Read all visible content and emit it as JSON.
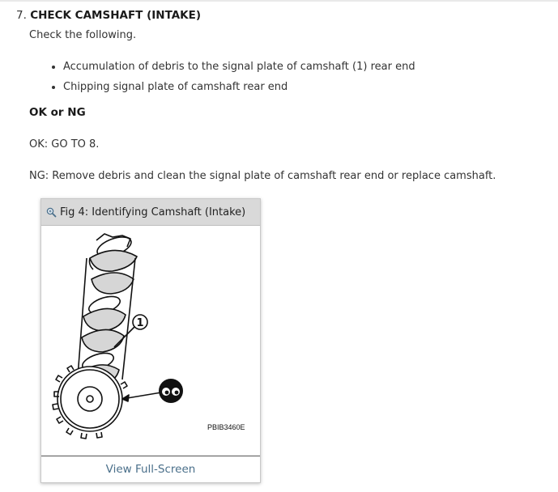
{
  "step": {
    "number": "7.",
    "title": "CHECK CAMSHAFT (INTAKE)"
  },
  "intro": "Check the following.",
  "bullets": [
    "Accumulation of debris to the signal plate of camshaft (1) rear end",
    "Chipping signal plate of camshaft rear end"
  ],
  "ok_ng_label": "OK or NG",
  "ok_text": "OK: GO TO 8.",
  "ng_text": "NG: Remove debris and clean the signal plate of camshaft rear end or replace camshaft.",
  "figure": {
    "caption": "Fig 4: Identifying Camshaft (Intake)",
    "callout": "1",
    "code": "PBIB3460E",
    "footer_link": "View Full-Screen"
  },
  "icons": {
    "zoom": "magnifier-icon"
  }
}
